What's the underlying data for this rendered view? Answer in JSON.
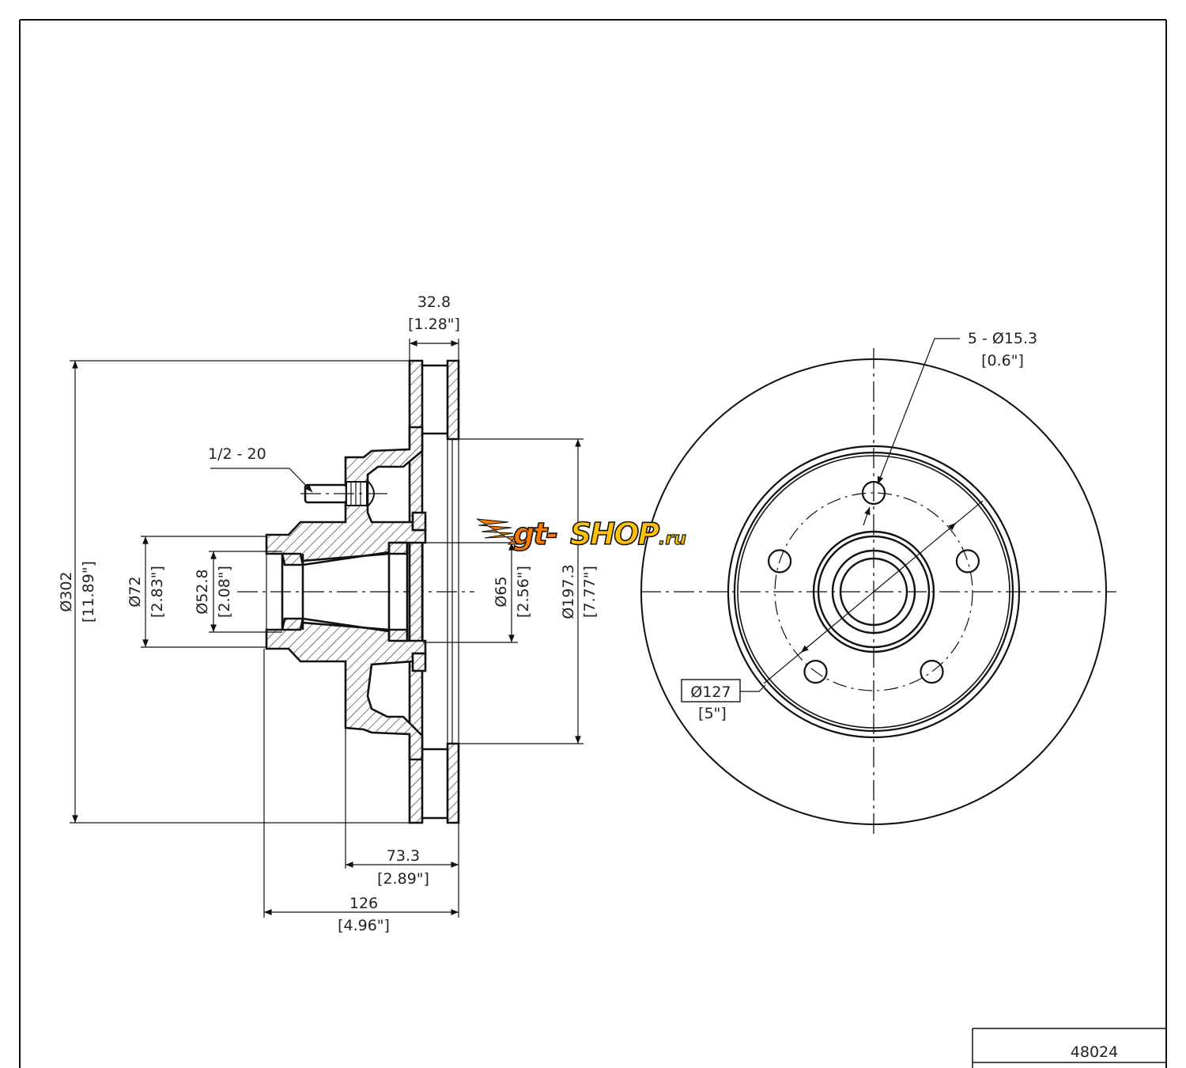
{
  "drawing": {
    "part_number": "48024",
    "watermark": {
      "text": "gt-shop.ru",
      "colors": {
        "orange": "#f57c00",
        "yellow": "#ffc107",
        "outline": "#111111"
      }
    },
    "side_view": {
      "overall_thickness": {
        "mm": "32.8",
        "in": "[1.28\"]"
      },
      "stud_thread": {
        "label": "1/2 - 20"
      },
      "rotor_diameter": {
        "mm": "Ø302",
        "in": "[11.89\"]"
      },
      "hub_outer_diameter": {
        "mm": "Ø72",
        "in": "[2.83\"]"
      },
      "inner_bearing_bore": {
        "mm": "Ø52.8",
        "in": "[2.08\"]"
      },
      "outer_bearing_bore": {
        "mm": "Ø65",
        "in": "[2.56\"]"
      },
      "hat_diameter": {
        "mm": "Ø197.3",
        "in": "[7.77\"]"
      },
      "hub_height": {
        "mm": "73.3",
        "in": "[2.89\"]"
      },
      "overall_height": {
        "mm": "126",
        "in": "[4.96\"]"
      }
    },
    "front_view": {
      "bolt_holes": {
        "mm": "5 - Ø15.3",
        "in": "[0.6\"]"
      },
      "bolt_circle": {
        "mm": "Ø127",
        "in": "[5\"]"
      }
    }
  }
}
